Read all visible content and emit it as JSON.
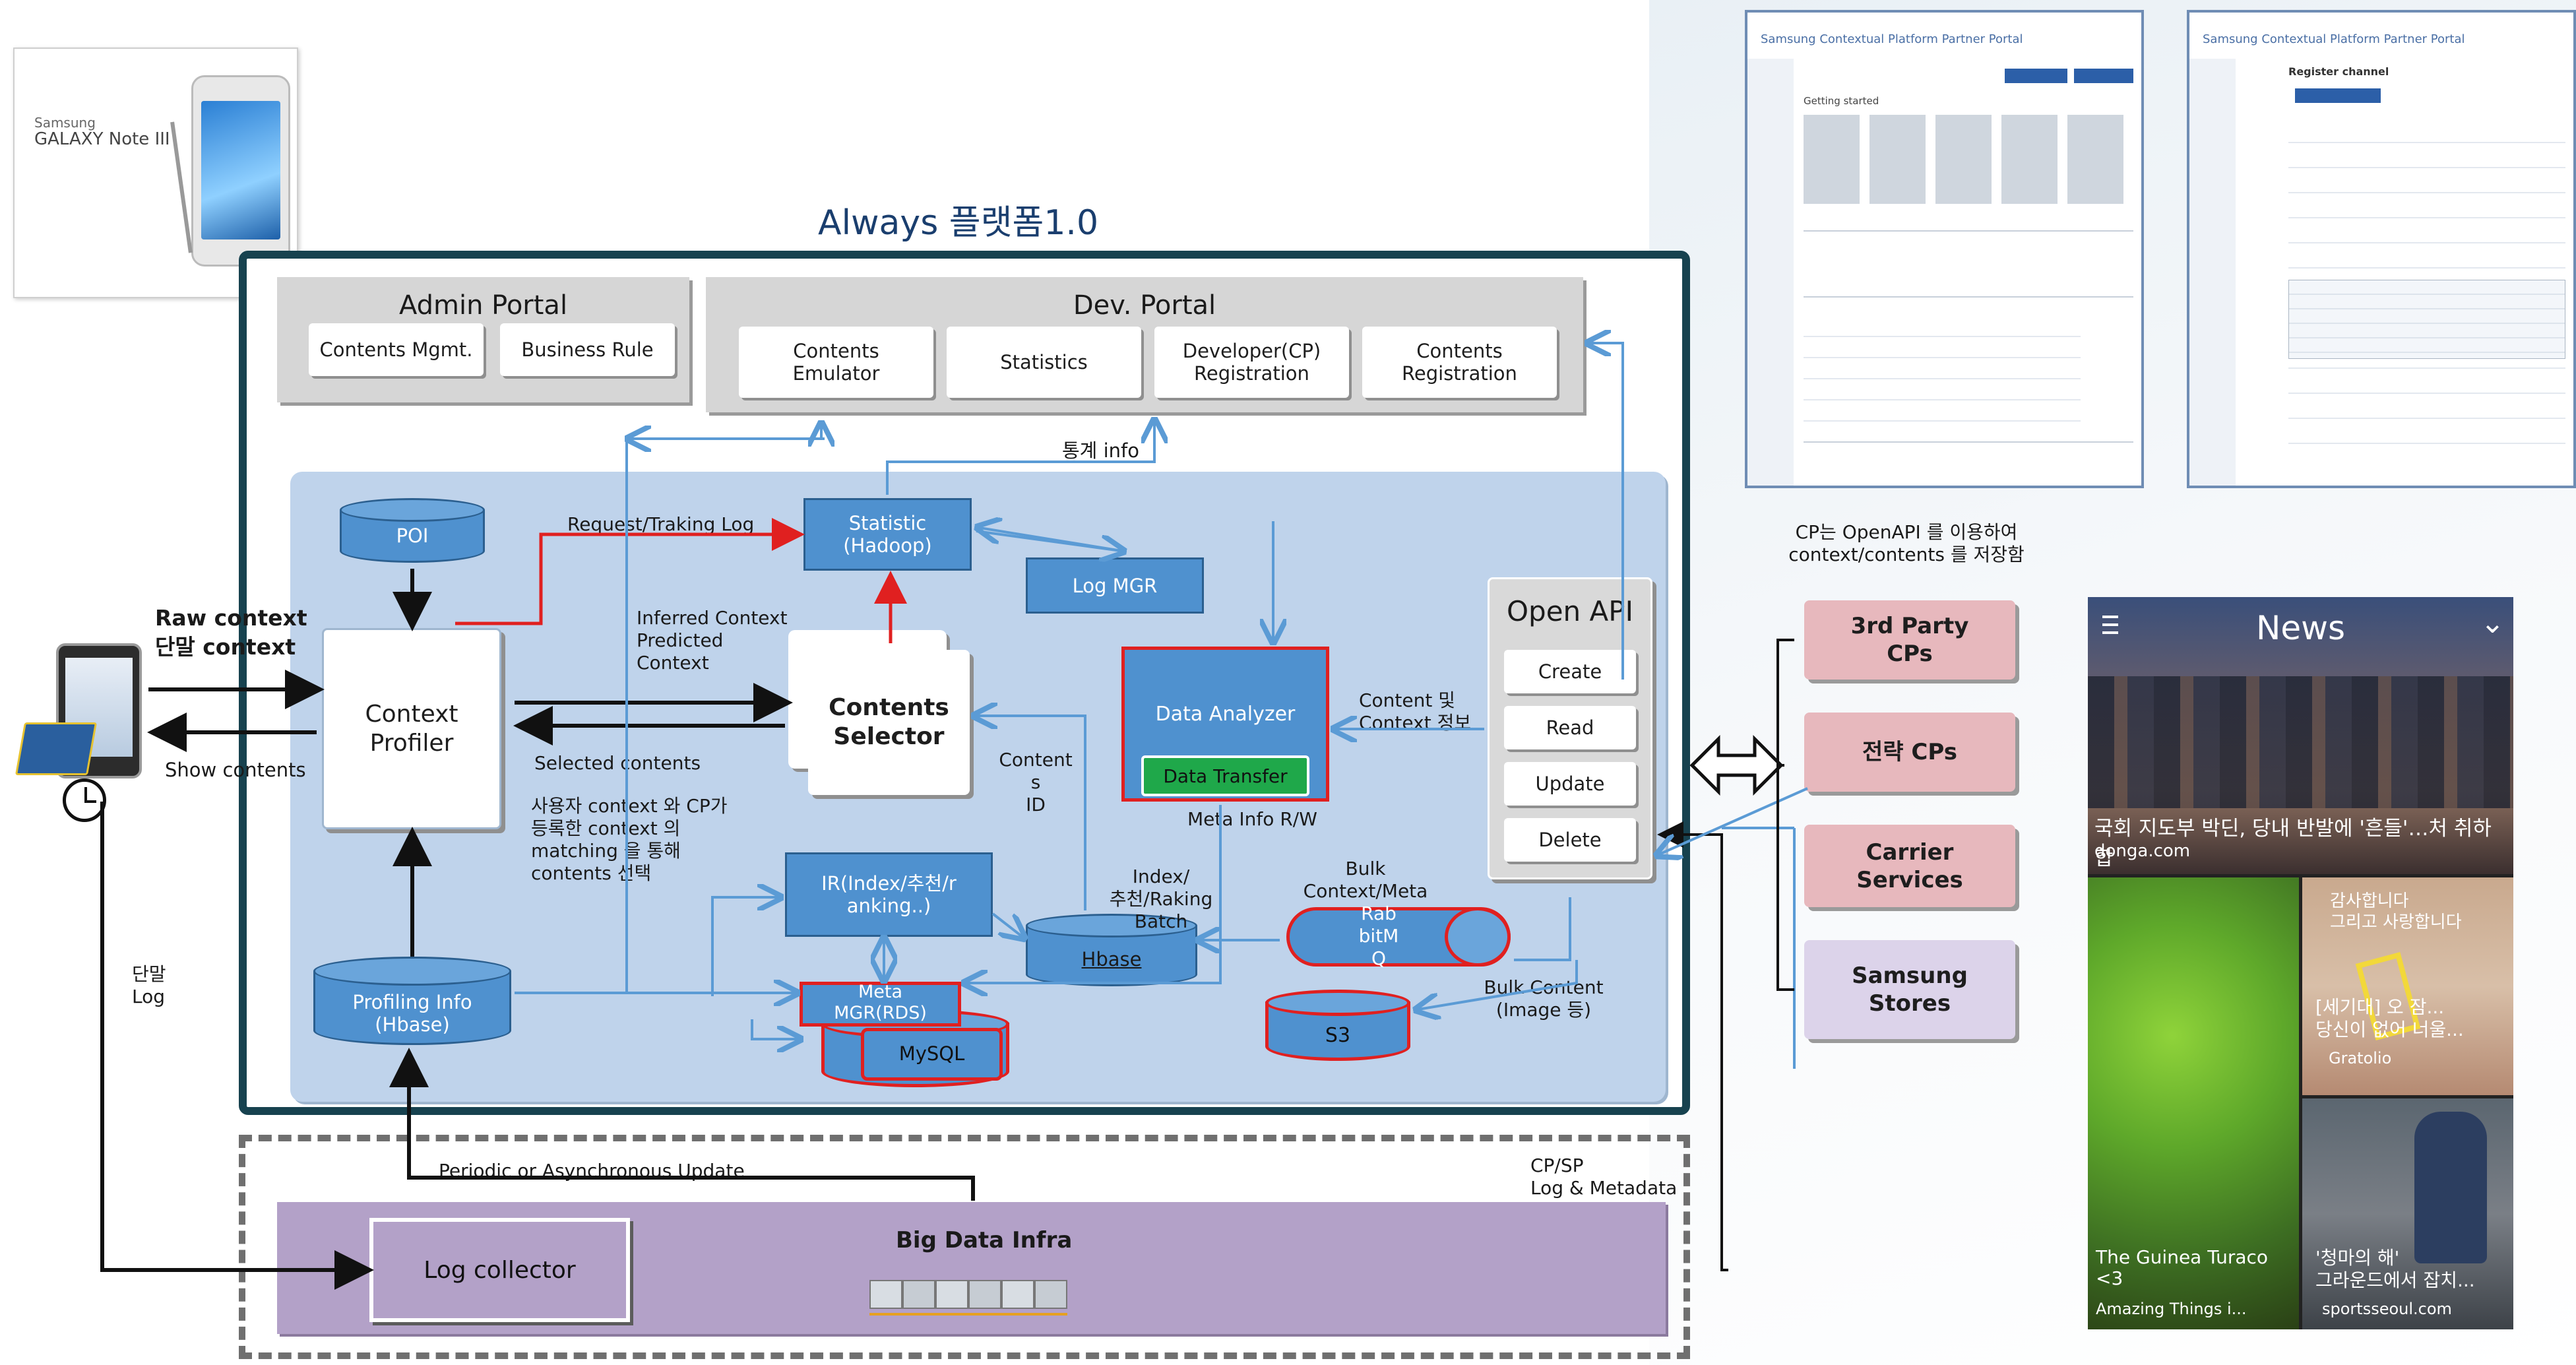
{
  "device_box": {
    "brand": "Samsung",
    "model": "GALAXY Note III"
  },
  "platform": {
    "title": "Always 플랫폼1.0"
  },
  "admin_portal": {
    "title": "Admin Portal",
    "buttons": [
      "Contents Mgmt.",
      "Business Rule"
    ]
  },
  "dev_portal": {
    "title": "Dev. Portal",
    "buttons": [
      "Contents\nEmulator",
      "Statistics",
      "Developer(CP)\nRegistration",
      "Contents\nRegistration"
    ]
  },
  "core": {
    "poi": "POI",
    "context_profiler": "Context\nProfiler",
    "statistic": "Statistic\n(Hadoop)",
    "log_mgr": "Log MGR",
    "contents_selector": "Contents\nSelector",
    "data_analyzer": "Data Analyzer",
    "data_transfer": "Data Transfer",
    "ir": "IR(Index/추천/r\nanking..)",
    "hbase": "Hbase",
    "rabbitmq": "Rab\nbitM\nQ",
    "meta_mgr": "Meta\nMGR(RDS)",
    "mysql": "MySQL",
    "s3": "S3",
    "profiling_info": "Profiling Info\n(Hbase)"
  },
  "open_api": {
    "title": "Open API",
    "buttons": [
      "Create",
      "Read",
      "Update",
      "Delete"
    ]
  },
  "labels": {
    "request_log": "Request/Traking Log",
    "stats_info": "통계 info",
    "inferred": "Inferred Context\nPredicted\nContext",
    "raw_context": "Raw context\n단말 context",
    "show_contents": "Show contents",
    "selected_contents": "Selected contents",
    "matching": "사용자 context 와 CP가\n등록한 context 의\nmatching 을 통해\ncontents 선택",
    "contents_id": "Content\ns\nID",
    "content_ctx": "Content 및\nContext 정보",
    "meta_info": "Meta Info R/W",
    "index_batch": "Index/\n추천/Raking\nBatch",
    "bulk_meta": "Bulk\nContext/Meta",
    "bulk_content": "Bulk Content\n(Image 등)",
    "device_log": "단말\nLog",
    "periodic": "Periodic or Asynchronous Update",
    "cp_sp_log": "CP/SP\nLog & Metadata",
    "cp_note": "CP는 OpenAPI 를 이용하여\ncontext/contents 를 저장함"
  },
  "big_data": {
    "title": "Big Data Infra",
    "log_collector": "Log collector"
  },
  "cp_boxes": [
    "3rd Party\nCPs",
    "전략 CPs",
    "Carrier\nServices",
    "Samsung\nStores"
  ],
  "news_app": {
    "title": "News",
    "tile1_caption": "국회 지도부 박딘, 당내 반발에 '흔들'…처 취하합",
    "tile1_source": "donga.com",
    "tile2_caption": "The Guinea Turaco\n<3",
    "tile2_source": "Amazing Things i...",
    "tile3_caption": "[세기대] 오 잠...\n당신이 없어 너울...",
    "tile3_source": "Gratolio",
    "tile3_top": "감사합니다\n그리고 사랑합니다",
    "tile4_caption": "'청마의 해'\n그라운드에서 잡치...",
    "tile4_source": "sportsseoul.com"
  },
  "portal_shot1": {
    "title": "Samsung Contextual Platform Partner Portal",
    "section": "Getting started"
  },
  "portal_shot2": {
    "title": "Samsung Contextual Platform Partner Portal",
    "section": "Register channel"
  },
  "colors": {
    "frame": "#17424f",
    "blue_box": "#4f91cf",
    "inner_bg": "#bfd3eb",
    "portal_bg": "#d6d6d6",
    "cp_pink": "#e7b8bd",
    "samsung_purple": "#dcd3ea",
    "bigdata": "#b3a1c8",
    "red": "#e02020",
    "arrow_blue": "#5b9bd5",
    "green": "#1fa84a"
  },
  "icons": [
    "phone-icon",
    "clock-icon",
    "server-icon",
    "double-arrow-icon",
    "menu-icon",
    "chevron-down-icon"
  ]
}
